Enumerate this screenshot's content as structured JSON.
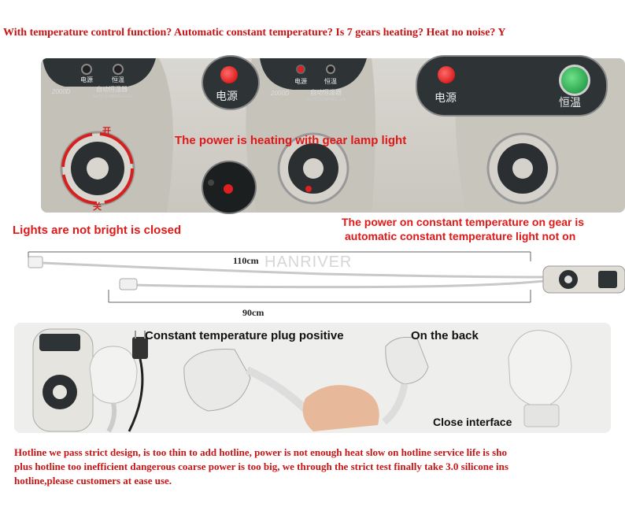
{
  "headline": "With temperature control function? Automatic constant temperature? Is 7 gears heating? Heat no noise? Y",
  "controller_labels": {
    "power": "电源",
    "constant_temp": "恒温",
    "model": "2000D",
    "brand_cn": "自动恒温器",
    "brand_en": "AUTO CONTROLLER",
    "dial_on": "开",
    "dial_off": "关"
  },
  "captions": {
    "heating": "The power is heating with gear lamp light",
    "closed": "Lights are not bright is closed",
    "constant_line1": "The power on constant temperature on gear is",
    "constant_line2": "automatic constant temperature light not on"
  },
  "cable": {
    "length_110": "110cm",
    "length_90": "90cm",
    "watermark": "HANRIVER"
  },
  "photo_labels": {
    "plug_positive": "Constant temperature plug positive",
    "on_back": "On the back",
    "close_interface": "Close interface"
  },
  "footer_lines": [
    "Hotline we pass strict design, is too thin to add hotline, power is not enough heat slow on hotline service life is sho",
    "plus hotline too inefficient dangerous coarse power is too big, we through the strict test finally take 3.0 silicone ins",
    "hotline,please customers at ease use."
  ],
  "colors": {
    "accent_red": "#e01818",
    "headline_red": "#c81414",
    "lamp_red": "#e02020",
    "lamp_green": "#22b04a",
    "panel_grey": "#d3d0c9"
  }
}
